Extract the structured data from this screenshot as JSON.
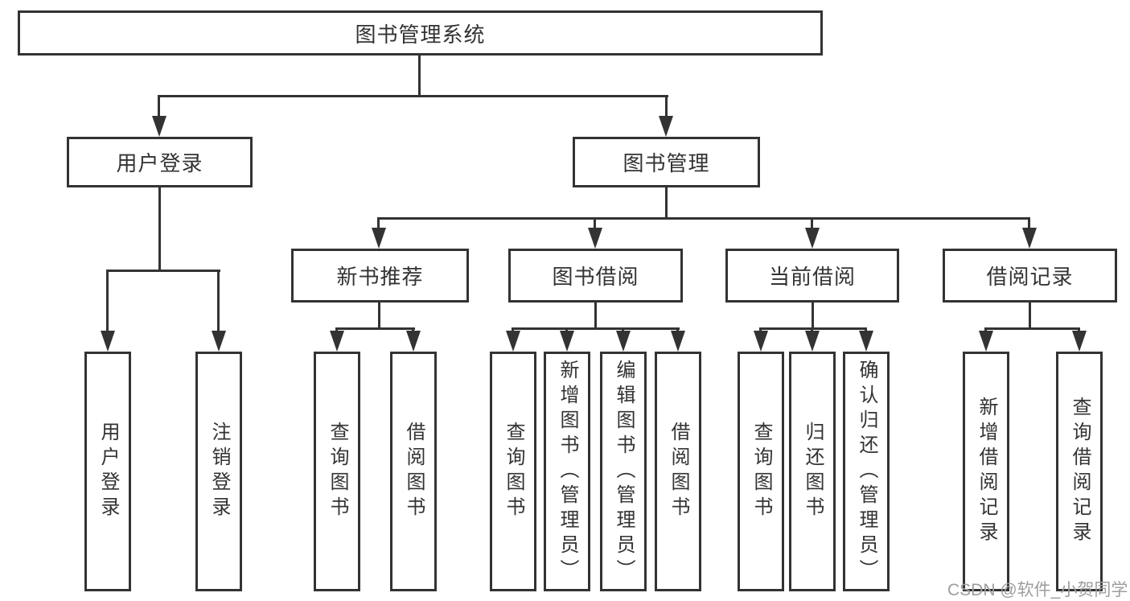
{
  "diagram": {
    "root": {
      "label": "图书管理系统"
    },
    "level2": {
      "user_login": {
        "label": "用户登录"
      },
      "book_mgmt": {
        "label": "图书管理"
      }
    },
    "level3": {
      "new_books": {
        "label": "新书推荐"
      },
      "borrow": {
        "label": "图书借阅"
      },
      "current": {
        "label": "当前借阅"
      },
      "records": {
        "label": "借阅记录"
      }
    },
    "leaves": {
      "user_login": [
        "用户登录",
        "注销登录"
      ],
      "new_books": [
        "查询图书",
        "借阅图书"
      ],
      "borrow": [
        "查询图书",
        "新增图书（管理员）",
        "编辑图书（管理员）",
        "借阅图书"
      ],
      "current": [
        "查询图书",
        "归还图书",
        "确认归还（管理员）"
      ],
      "records": [
        "新增借阅记录",
        "查询借阅记录"
      ]
    }
  },
  "watermark": {
    "text": "CSDN @软件_小贺同学"
  },
  "colors": {
    "line": "#333333",
    "watermark": "#9e9e9e",
    "background": "#ffffff"
  }
}
